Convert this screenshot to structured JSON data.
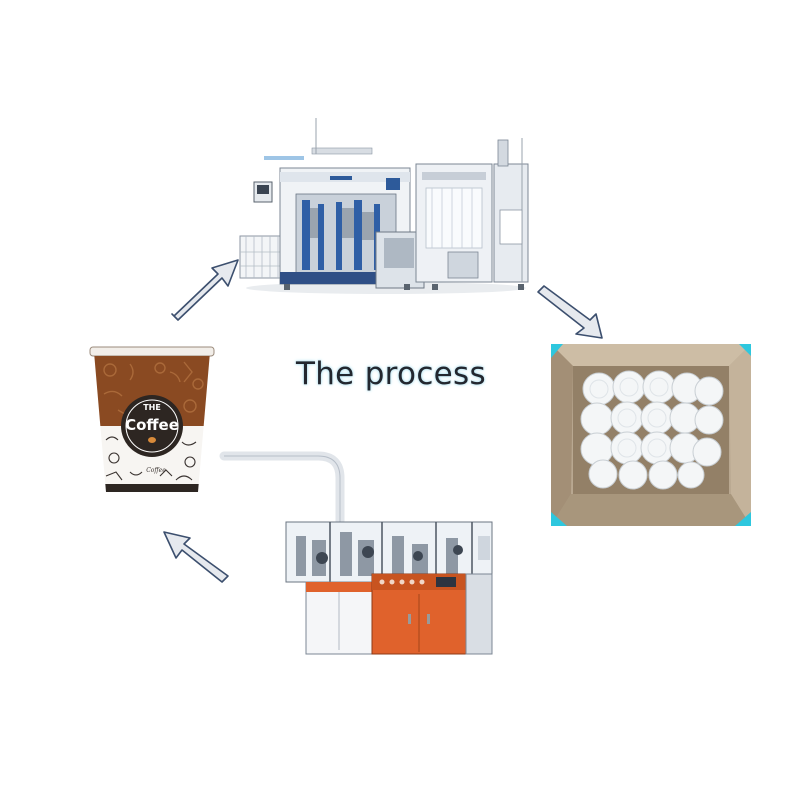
{
  "title": "The process",
  "cup": {
    "top_text": "THE",
    "brand_text": "Coffee",
    "small_text": "Coffee"
  },
  "colors": {
    "arrow_fill": "#e6e9ee",
    "arrow_stroke": "#3c4f6e",
    "title_glow": "#9fd6e8",
    "cup_brown": "#8a4a22",
    "machine_orange": "#e0622c",
    "box_cardboard": "#b8a48c"
  }
}
